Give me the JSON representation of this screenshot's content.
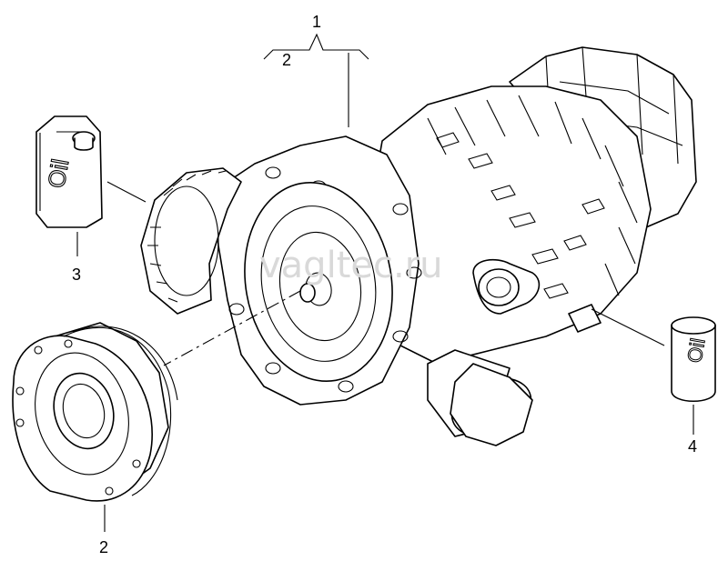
{
  "callouts": {
    "c1": "1",
    "c2_top": "2",
    "c3": "3",
    "c2_bottom": "2",
    "c4": "4"
  },
  "labels": {
    "oil_can": "Oil",
    "oil_cylinder": "Oil"
  },
  "watermark": "vagltec.ru",
  "colors": {
    "line": "#000000",
    "background": "#ffffff",
    "watermark": "#d9d9d9"
  }
}
